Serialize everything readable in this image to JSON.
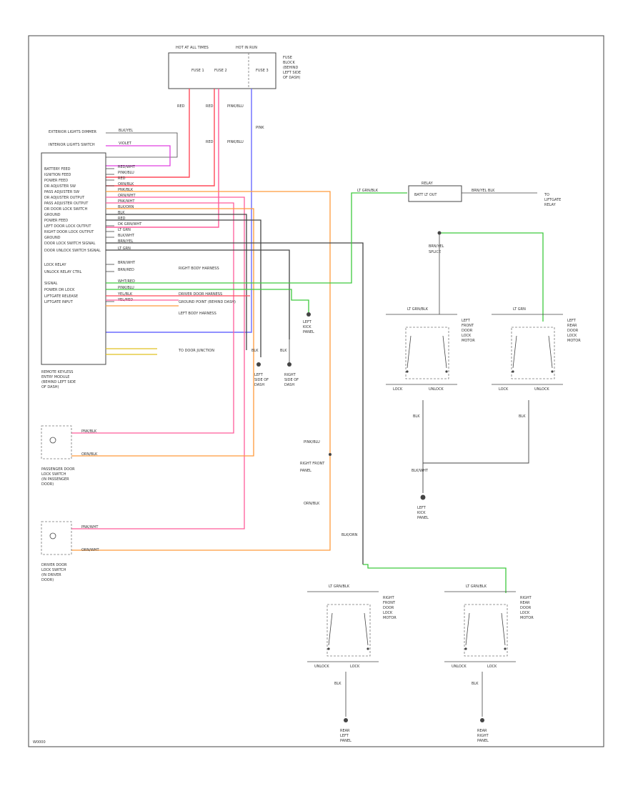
{
  "figure_id": "W0000",
  "colors": {
    "red": "#ff4a5a",
    "pink": "#ff5c9a",
    "orange": "#ff9a3c",
    "green": "#3ec93e",
    "blue": "#6b6bff",
    "magenta": "#e040e0",
    "yellow": "#e0c020",
    "black": "#444444"
  },
  "fuse_box": {
    "header_left": "HOT AT ALL TIMES",
    "header_right": "HOT IN RUN",
    "side_label": [
      "FUSE",
      "BLOCK",
      "(BEHIND",
      "LEFT SIDE",
      "OF DASH)"
    ],
    "fuses": [
      "FUSE 1",
      "FUSE 2",
      "FUSE 3"
    ],
    "wire_labels": [
      "RED",
      "RED",
      "PINK/BLU",
      "RED",
      "PINK/BLU",
      "PINK"
    ]
  },
  "module": {
    "top_pins": [
      "EXTERIOR LIGHTS DIMMER",
      "INTERIOR LIGHTS SWITCH"
    ],
    "top_wires": [
      "BLK/YEL",
      "VIOLET"
    ],
    "pins": [
      "BATTERY FEED",
      "IGNITION FEED",
      "POWER FEED",
      "DR ADJUSTER SW",
      "PASS ADJUSTER SW",
      "DR ADJUSTER OUTPUT",
      "PASS ADJUSTER OUTPUT",
      "DR DOOR LOCK SWITCH",
      "GROUND",
      "POWER FEED",
      "LEFT DOOR LOCK OUTPUT",
      "RIGHT DOOR LOCK OUTPUT",
      "GROUND",
      "DOOR LOCK SWITCH SIGNAL",
      "DOOR UNLOCK SWITCH SIGNAL",
      "LOCK RELAY",
      "UNLOCK RELAY CTRL",
      "SIGNAL",
      "POWER DR LOCK",
      "LIFTGATE RELEASE",
      "LIFTGATE INPUT"
    ],
    "wires": [
      "RED/WHT",
      "PINK/BLU",
      "RED",
      "ORN/BLK",
      "PNK/BLK",
      "ORN/WHT",
      "PNK/WHT",
      "BLK/ORN",
      "BLK",
      "RED",
      "DK GRN/WHT",
      "LT GRN",
      "BLK/WHT",
      "BRN/YEL",
      "LT GRN",
      "BRN/WHT",
      "BRN/RED",
      "WHT/RED",
      "PINK/BLU",
      "YEL/BLK",
      "YEL/RED"
    ],
    "label": [
      "REMOTE KEYLESS",
      "ENTRY MODULE",
      "(BEHIND LEFT SIDE",
      "OF DASH)"
    ]
  },
  "notes": {
    "right_body": "RIGHT BODY HARNESS",
    "driver_door": "DRIVER DOOR HARNESS",
    "ground_point": "GROUND POINT (BEHIND DASH)",
    "left_body": "LEFT BODY HARNESS",
    "to_door": "TO DOOR JUNCTION"
  },
  "grounds": [
    {
      "wire": "BLK",
      "label": [
        "LEFT",
        "SIDE OF",
        "DASH"
      ]
    },
    {
      "wire": "BLK",
      "label": [
        "RIGHT",
        "SIDE OF",
        "DASH"
      ]
    },
    {
      "wire": "BLK",
      "label": [
        "LEFT",
        "KICK",
        "PANEL"
      ]
    },
    {
      "wire": "BLK",
      "label": [
        "REAR",
        "LEFT",
        "PANEL"
      ]
    },
    {
      "wire": "BLK",
      "label": [
        "REAR",
        "RIGHT",
        "PANEL"
      ]
    }
  ],
  "relay": {
    "title": "RELAY",
    "contacts": "BATT  LT  OUT",
    "left_wire": "LT GRN/BLK",
    "right_wire": "BRN/YEL  BLK",
    "right_label": [
      "TO",
      "LIFTGATE",
      "RELAY"
    ]
  },
  "splice": {
    "wire": "BRN/YEL",
    "label": "SPLICE"
  },
  "motors": [
    {
      "header": "LT GRN/BLK",
      "label": [
        "LEFT",
        "FRONT",
        "DOOR",
        "LOCK",
        "MOTOR"
      ],
      "terminals": [
        "LOCK",
        "UNLOCK"
      ]
    },
    {
      "header": "LT GRN",
      "label": [
        "LEFT",
        "REAR",
        "DOOR",
        "LOCK",
        "MOTOR"
      ],
      "terminals": [
        "LOCK",
        "UNLOCK"
      ]
    },
    {
      "header": "LT GRN/BLK",
      "label": [
        "RIGHT",
        "FRONT",
        "DOOR",
        "LOCK",
        "MOTOR"
      ],
      "terminals": [
        "UNLOCK",
        "LOCK"
      ]
    },
    {
      "header": "LT GRN/BLK",
      "label": [
        "RIGHT",
        "REAR",
        "DOOR",
        "LOCK",
        "MOTOR"
      ],
      "terminals": [
        "UNLOCK",
        "LOCK"
      ]
    }
  ],
  "switches": [
    {
      "label": [
        "PASSENGER DOOR",
        "LOCK SWITCH",
        "(IN PASSENGER",
        "DOOR)"
      ],
      "wires": [
        "PNK/BLK",
        "ORN/BLK"
      ]
    },
    {
      "label": [
        "DRIVER DOOR",
        "LOCK SWITCH",
        "(IN DRIVER",
        "DOOR)"
      ],
      "wires": [
        "PNK/WHT",
        "ORN/WHT"
      ]
    }
  ],
  "misc_labels": {
    "pink_a": "PINK/BLU",
    "orn_a": "ORN/BLK",
    "left_kick_label": [
      "LEFT",
      "KICK",
      "PANEL"
    ],
    "harness_a": "RIGHT FRONT",
    "harness_b": "PANEL",
    "bottom_wire": "BLK/ORN",
    "ground_wire": "BLK/WHT"
  }
}
